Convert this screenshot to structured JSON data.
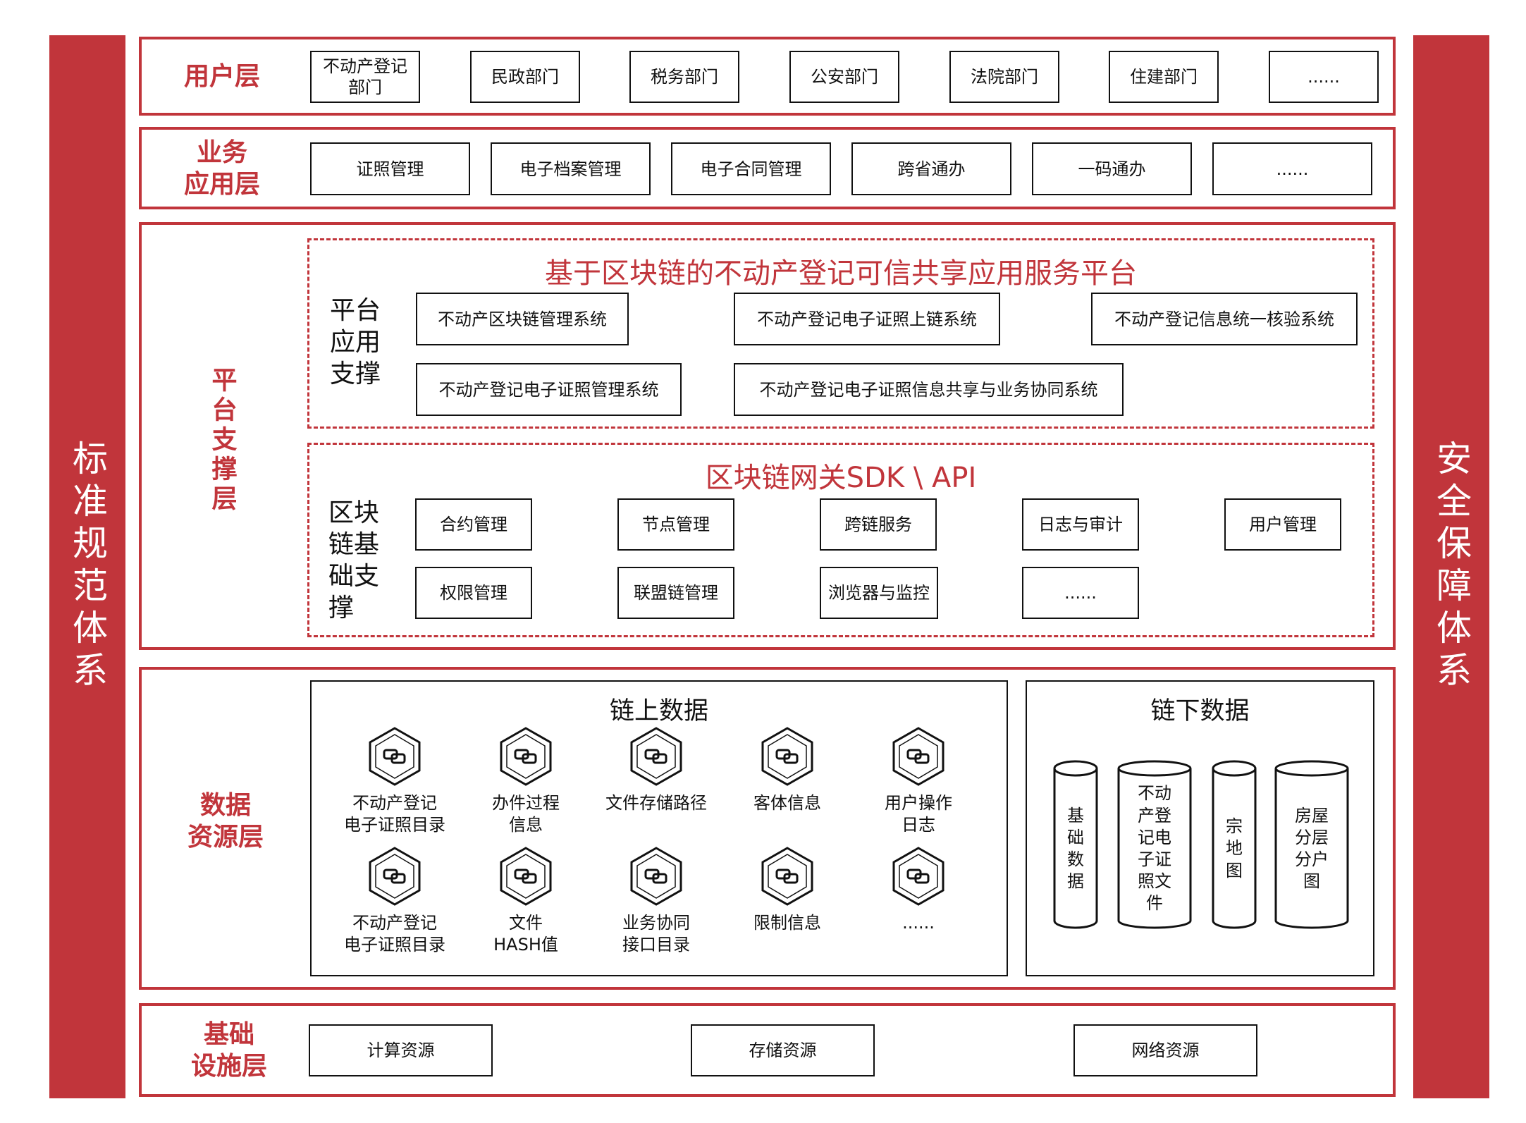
{
  "left_sidebar": {
    "label": "标准规范体系"
  },
  "right_sidebar": {
    "label": "安全保障体系"
  },
  "colors": {
    "accent": "#c1353b"
  },
  "user_layer": {
    "title": "用户层",
    "items": [
      "不动产登记\n部门",
      "民政部门",
      "税务部门",
      "公安部门",
      "法院部门",
      "住建部门",
      "......"
    ]
  },
  "business_layer": {
    "title": "业务\n应用层",
    "items": [
      "证照管理",
      "电子档案管理",
      "电子合同管理",
      "跨省通办",
      "一码通办",
      "......"
    ]
  },
  "platform_layer": {
    "title": "平台支撑层",
    "app_support": {
      "heading": "基于区块链的不动产登记可信共享应用服务平台",
      "label": "平台\n应用\n支撑",
      "items": [
        "不动产区块链管理系统",
        "不动产登记电子证照上链系统",
        "不动产登记信息统一核验系统",
        "不动产登记电子证照管理系统",
        "不动产登记电子证照信息共享与业务协同系统"
      ]
    },
    "blockchain_support": {
      "heading": "区块链网关SDK \\ API",
      "label": "区块\n链基\n础支\n撑",
      "items": [
        "合约管理",
        "节点管理",
        "跨链服务",
        "日志与审计",
        "用户管理",
        "权限管理",
        "联盟链管理",
        "浏览器与监控",
        "......"
      ]
    }
  },
  "data_layer": {
    "title": "数据\n资源层",
    "on_chain": {
      "heading": "链上数据",
      "icon": "blockchain-hexagon-icon",
      "items": [
        "不动产登记\n电子证照目录",
        "办件过程\n信息",
        "文件存储路径",
        "客体信息",
        "用户操作\n日志",
        "不动产登记\n电子证照目录",
        "文件\nHASH值",
        "业务协同\n接口目录",
        "限制信息",
        "......"
      ]
    },
    "off_chain": {
      "heading": "链下数据",
      "icon": "database-cylinder-icon",
      "items": [
        "基\n础\n数\n据",
        "不动\n产登\n记电\n子证\n照文\n件",
        "宗\n地\n图",
        "房屋\n分层\n分户\n图"
      ]
    }
  },
  "infra_layer": {
    "title": "基础\n设施层",
    "items": [
      "计算资源",
      "存储资源",
      "网络资源"
    ]
  }
}
